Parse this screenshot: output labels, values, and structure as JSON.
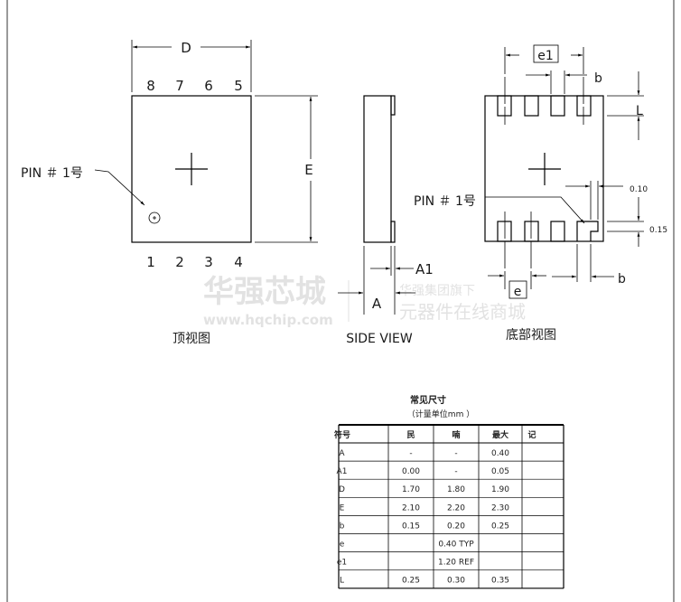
{
  "views": {
    "top_view_label": "顶视图",
    "side_view_label": "SIDE VIEW",
    "bottom_view_label": "底部视图",
    "top_pins": [
      "8",
      "7",
      "6",
      "5"
    ],
    "bottom_pins": [
      "1",
      "2",
      "3",
      "4"
    ],
    "pin1_label": "PIN ＃ 1号",
    "dim_D": "D",
    "dim_E": "E",
    "dim_A": "A",
    "dim_A1": "A1",
    "dim_e1": "e1",
    "dim_e": "e",
    "dim_b": "b",
    "dim_L": "L",
    "dim_010": "0.10",
    "dim_015": "0.15"
  },
  "watermark": {
    "brand": "华强芯城",
    "url": "www.hqchip.com",
    "line1": "华强集团旗下",
    "line2": "元器件在线商城"
  },
  "table": {
    "title": "常见尺寸",
    "subtitle": "（计量单位mm ）",
    "headers": [
      "符号",
      "民",
      "喃",
      "最大",
      "记"
    ],
    "rows": [
      [
        "A",
        "-",
        "-",
        "0.40",
        ""
      ],
      [
        "A1",
        "0.00",
        "-",
        "0.05",
        ""
      ],
      [
        "D",
        "1.70",
        "1.80",
        "1.90",
        ""
      ],
      [
        "E",
        "2.10",
        "2.20",
        "2.30",
        ""
      ],
      [
        "b",
        "0.15",
        "0.20",
        "0.25",
        ""
      ],
      [
        "e",
        "",
        "0.40 TYP",
        "",
        ""
      ],
      [
        "e1",
        "",
        "1.20 REF",
        "",
        ""
      ],
      [
        "L",
        "0.25",
        "0.30",
        "0.35",
        ""
      ]
    ]
  }
}
